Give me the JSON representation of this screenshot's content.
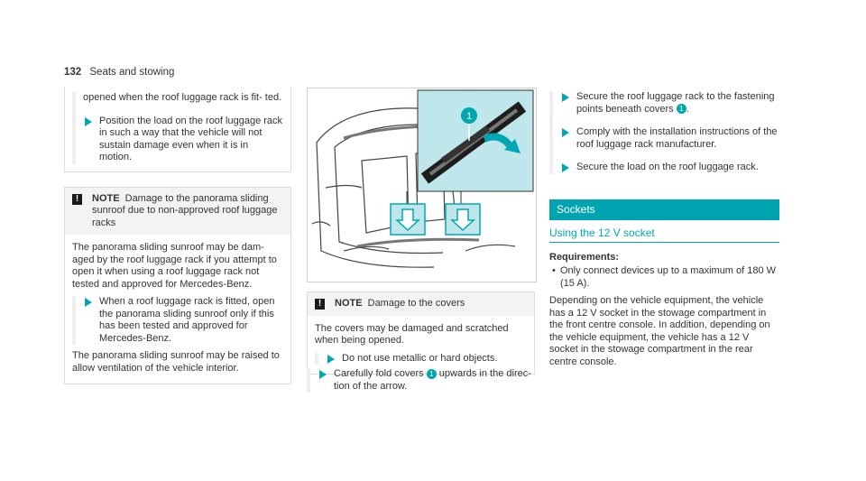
{
  "header": {
    "page_number": "132",
    "section_title": "Seats and stowing"
  },
  "col1": {
    "cont_text": "opened when the roof luggage rack is fit- ted.",
    "step1": "Position the load on the roof luggage rack in such a way that the vehicle will not sustain damage even when it is in motion.",
    "note": {
      "keyword": "NOTE",
      "title": "Damage to the panorama sliding sunroof due to non-approved roof luggage racks",
      "p1": "The panorama sliding sunroof may be dam- aged by the roof luggage rack if you attempt to open it when using a roof luggage rack not tested and approved for Mercedes-Benz.",
      "step": "When a roof luggage rack is fitted, open the panorama sliding sunroof only if this has been tested and approved for Mercedes-Benz.",
      "p2": "The panorama sliding sunroof may be raised to allow ventilation of the vehicle interior."
    }
  },
  "figure": {
    "callout_number": "1"
  },
  "col2": {
    "note": {
      "keyword": "NOTE",
      "title": "Damage to the covers",
      "p1": "The covers may be damaged and scratched when being opened.",
      "step": "Do not use metallic or hard objects."
    },
    "step": {
      "before": "Carefully fold covers",
      "callout": "1",
      "after": "upwards in the direc- tion of the arrow."
    }
  },
  "col3": {
    "step1": {
      "before": "Secure the roof luggage rack to the fastening points beneath covers",
      "callout": "1",
      "after": "."
    },
    "step2": "Comply with the installation instructions of the roof luggage rack manufacturer.",
    "step3": "Secure the load on the roof luggage rack.",
    "section": "Sockets",
    "subsection": "Using the 12 V socket",
    "requirements_label": "Requirements:",
    "requirement": "Only connect devices up to a maximum of 180 W (15 A).",
    "para": "Depending on the vehicle equipment, the vehicle has a 12 V socket in the stowage compartment in the front centre console. In addition, depending on the vehicle equipment, the vehicle has a 12 V socket in the stowage compartment in the rear centre console."
  },
  "colors": {
    "accent": "#00a7b3",
    "section_bar": "#00a4b1"
  }
}
